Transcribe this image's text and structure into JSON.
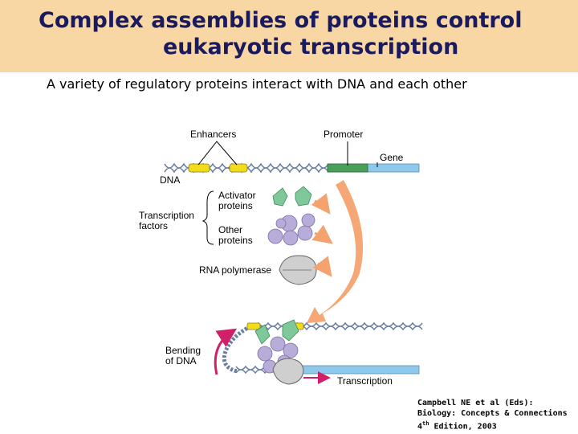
{
  "title": {
    "line1": "Complex assemblies of proteins control",
    "line2": "eukaryotic transcription"
  },
  "subtitle": "A variety of regulatory proteins interact with DNA and each other",
  "diagram": {
    "labels": {
      "enhancers": "Enhancers",
      "promoter": "Promoter",
      "gene": "Gene",
      "dna": "DNA",
      "transcription_factors_1": "Transcription",
      "transcription_factors_2": "factors",
      "activator_1": "Activator",
      "activator_2": "proteins",
      "other_1": "Other",
      "other_2": "proteins",
      "rna_polymerase": "RNA polymerase",
      "bending_1": "Bending",
      "bending_2": "of DNA",
      "transcription": "Transcription"
    },
    "colors": {
      "banner": "#f8d7a4",
      "title": "#1a1a5e",
      "dna_helix": "#6a7fa0",
      "gene_bar": "#8ec8ea",
      "enhancer": "#f2dc1c",
      "promoter": "#4aa05a",
      "activator": "#7ec89a",
      "other_proteins": "#b8acd8",
      "polymerase": "#cfcfcf",
      "big_arrow": "#f4a36e",
      "bend_arrow": "#d0206a"
    }
  },
  "citation": {
    "line1": "Campbell NE et al (Eds):",
    "line2": "Biology: Concepts & Connections",
    "edition_number": "4",
    "edition_suffix": "th",
    "edition_rest": " Edition, 2003"
  }
}
